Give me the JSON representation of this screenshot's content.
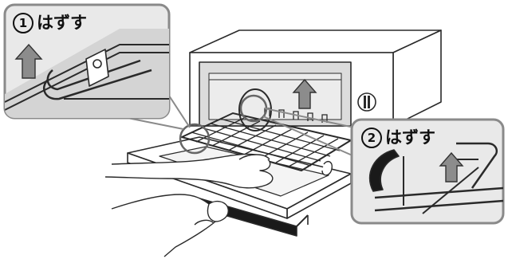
{
  "steps": [
    {
      "number": "1",
      "text": "はずす"
    },
    {
      "number": "2",
      "text": "はずす"
    }
  ],
  "colors": {
    "line": "#2a2a2a",
    "callout_border": "#8a8a8a",
    "callout_fill": "#e9e9e9",
    "arrow_fill": "#8c8c8c",
    "arrow_stroke": "#333333",
    "oven_body": "#ffffff",
    "cavity_shade": "#dcdcdc",
    "handle_dark": "#1a1a1a"
  },
  "icons": [
    "up-arrow-icon",
    "oven",
    "wire-rack",
    "tray",
    "hand"
  ]
}
